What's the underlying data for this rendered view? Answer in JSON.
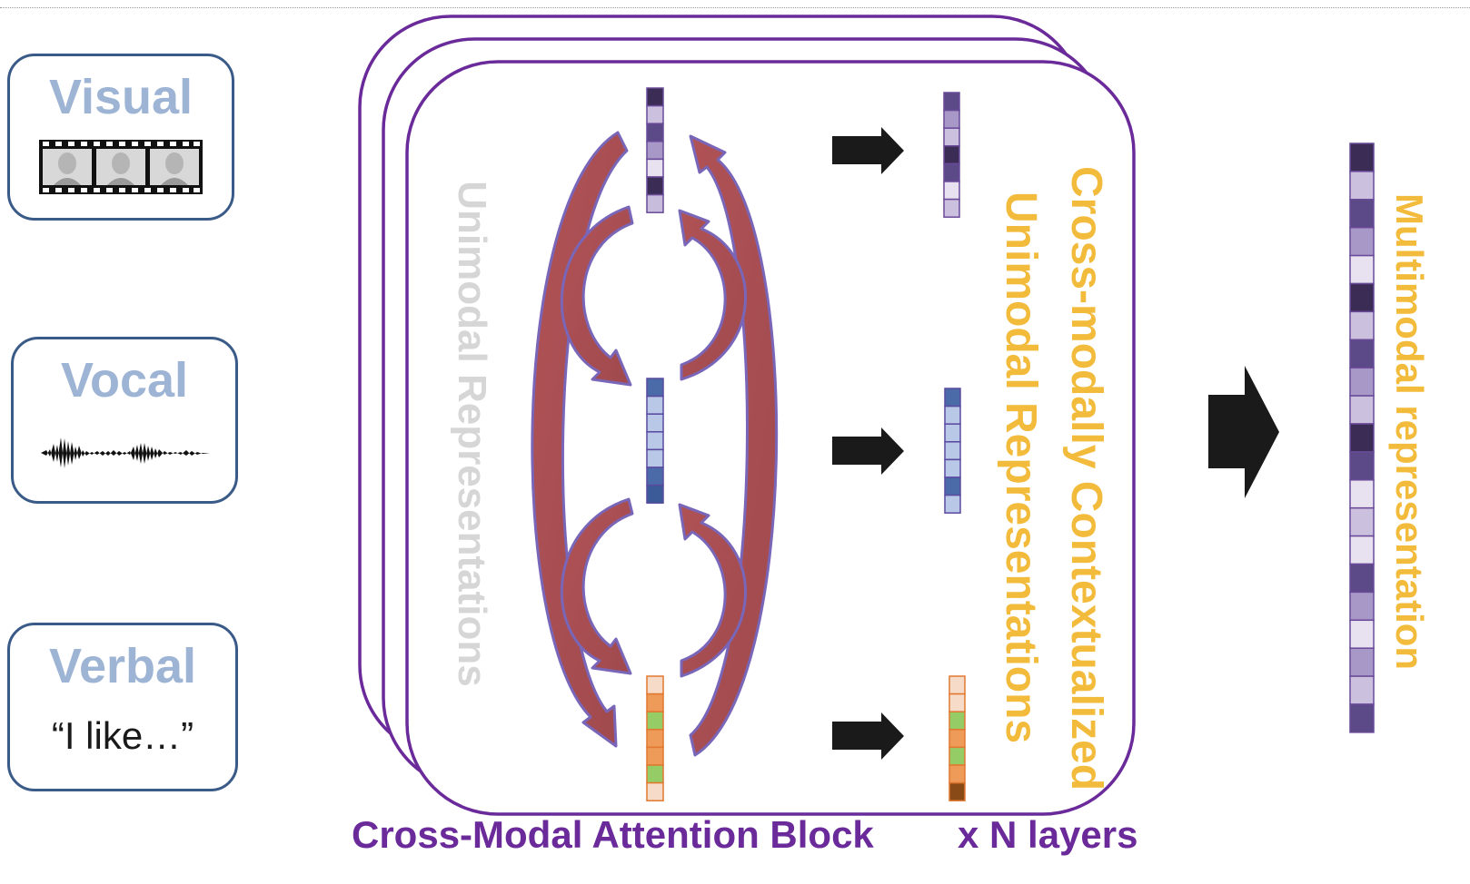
{
  "modalities": {
    "visual": {
      "title": "Visual",
      "icon": "film-strip-face-icon"
    },
    "vocal": {
      "title": "Vocal",
      "icon": "waveform-icon"
    },
    "verbal": {
      "title": "Verbal",
      "text": "“I like…”"
    }
  },
  "labels": {
    "unimodal": "Unimodal Representations",
    "cross_modal_line1": "Cross-modally Contextualized",
    "cross_modal_line2": "Unimodal Representations",
    "multimodal": "Multimodal representation",
    "block": "Cross-Modal Attention Block",
    "layers": "x N layers"
  },
  "colors": {
    "block_border": "#6a2a9a",
    "modality_border": "#3a5a88",
    "modality_title": "#9db4d4",
    "unimodal_label": "#d6d6d6",
    "cross_label": "#f3bb3b",
    "arrow_fill": "#b05256",
    "arrow_edge": "#7a66b8",
    "black_arrow": "#1a1a1a"
  },
  "vectors": {
    "visual": [
      "#3a2c55",
      "#cbc0de",
      "#5c4a88",
      "#a898c8",
      "#e8e2f0",
      "#3a2c55",
      "#c8bcdc"
    ],
    "vocal": [
      "#4a6aa8",
      "#b8c8e6",
      "#b8c8e6",
      "#b8c8e6",
      "#b8c8e6",
      "#4a6aa8",
      "#3a5a98"
    ],
    "verbal": [
      "#f6dcc8",
      "#ee9a58",
      "#96cc66",
      "#ee9a58",
      "#ee9a58",
      "#96cc66",
      "#f6dcc8"
    ],
    "ctx_visual": [
      "#5c4a88",
      "#a898c8",
      "#cbc0de",
      "#3a2c55",
      "#5c4a88",
      "#e8e2f0",
      "#cbc0de"
    ],
    "ctx_vocal": [
      "#4a6aa8",
      "#b8c8e6",
      "#b8c8e6",
      "#b8c8e6",
      "#b8c8e6",
      "#4a6aa8",
      "#b8c8e6"
    ],
    "ctx_verbal": [
      "#f6dcc8",
      "#f6dcc8",
      "#96cc66",
      "#ee9a58",
      "#96cc66",
      "#ee9a58",
      "#8a4a18"
    ],
    "multimodal": [
      "#3a2c55",
      "#cbc0de",
      "#5c4a88",
      "#a898c8",
      "#e8e2f0",
      "#3a2c55",
      "#cbc0de",
      "#5c4a88",
      "#a898c8",
      "#cbc0de",
      "#3a2c55",
      "#5c4a88",
      "#e8e2f0",
      "#cbc0de",
      "#e8e2f0",
      "#5c4a88",
      "#a898c8",
      "#e8e2f0",
      "#a898c8",
      "#cbc0de",
      "#5c4a88"
    ]
  }
}
